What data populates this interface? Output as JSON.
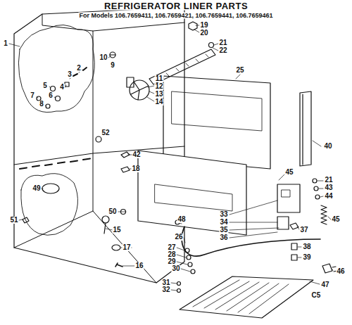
{
  "diagram": {
    "title": "REFRIGERATOR LINER PARTS",
    "labels": [
      "For Models 106.7659411, 106.7659421, 106.7659441, 106.7659461",
      "1",
      "19",
      "20",
      "21",
      "22",
      "10",
      "9",
      "2",
      "3",
      "5",
      "4",
      "7",
      "6",
      "11",
      "12",
      "13",
      "14",
      "8",
      "25",
      "52",
      "40",
      "42",
      "18",
      "45",
      "21",
      "43",
      "44",
      "49",
      "50",
      "33",
      "48",
      "45",
      "34",
      "35",
      "37",
      "15",
      "36",
      "26",
      "17",
      "27",
      "38",
      "28",
      "39",
      "29",
      "16",
      "30",
      "46",
      "31",
      "47",
      "32",
      "51",
      "C5"
    ]
  }
}
